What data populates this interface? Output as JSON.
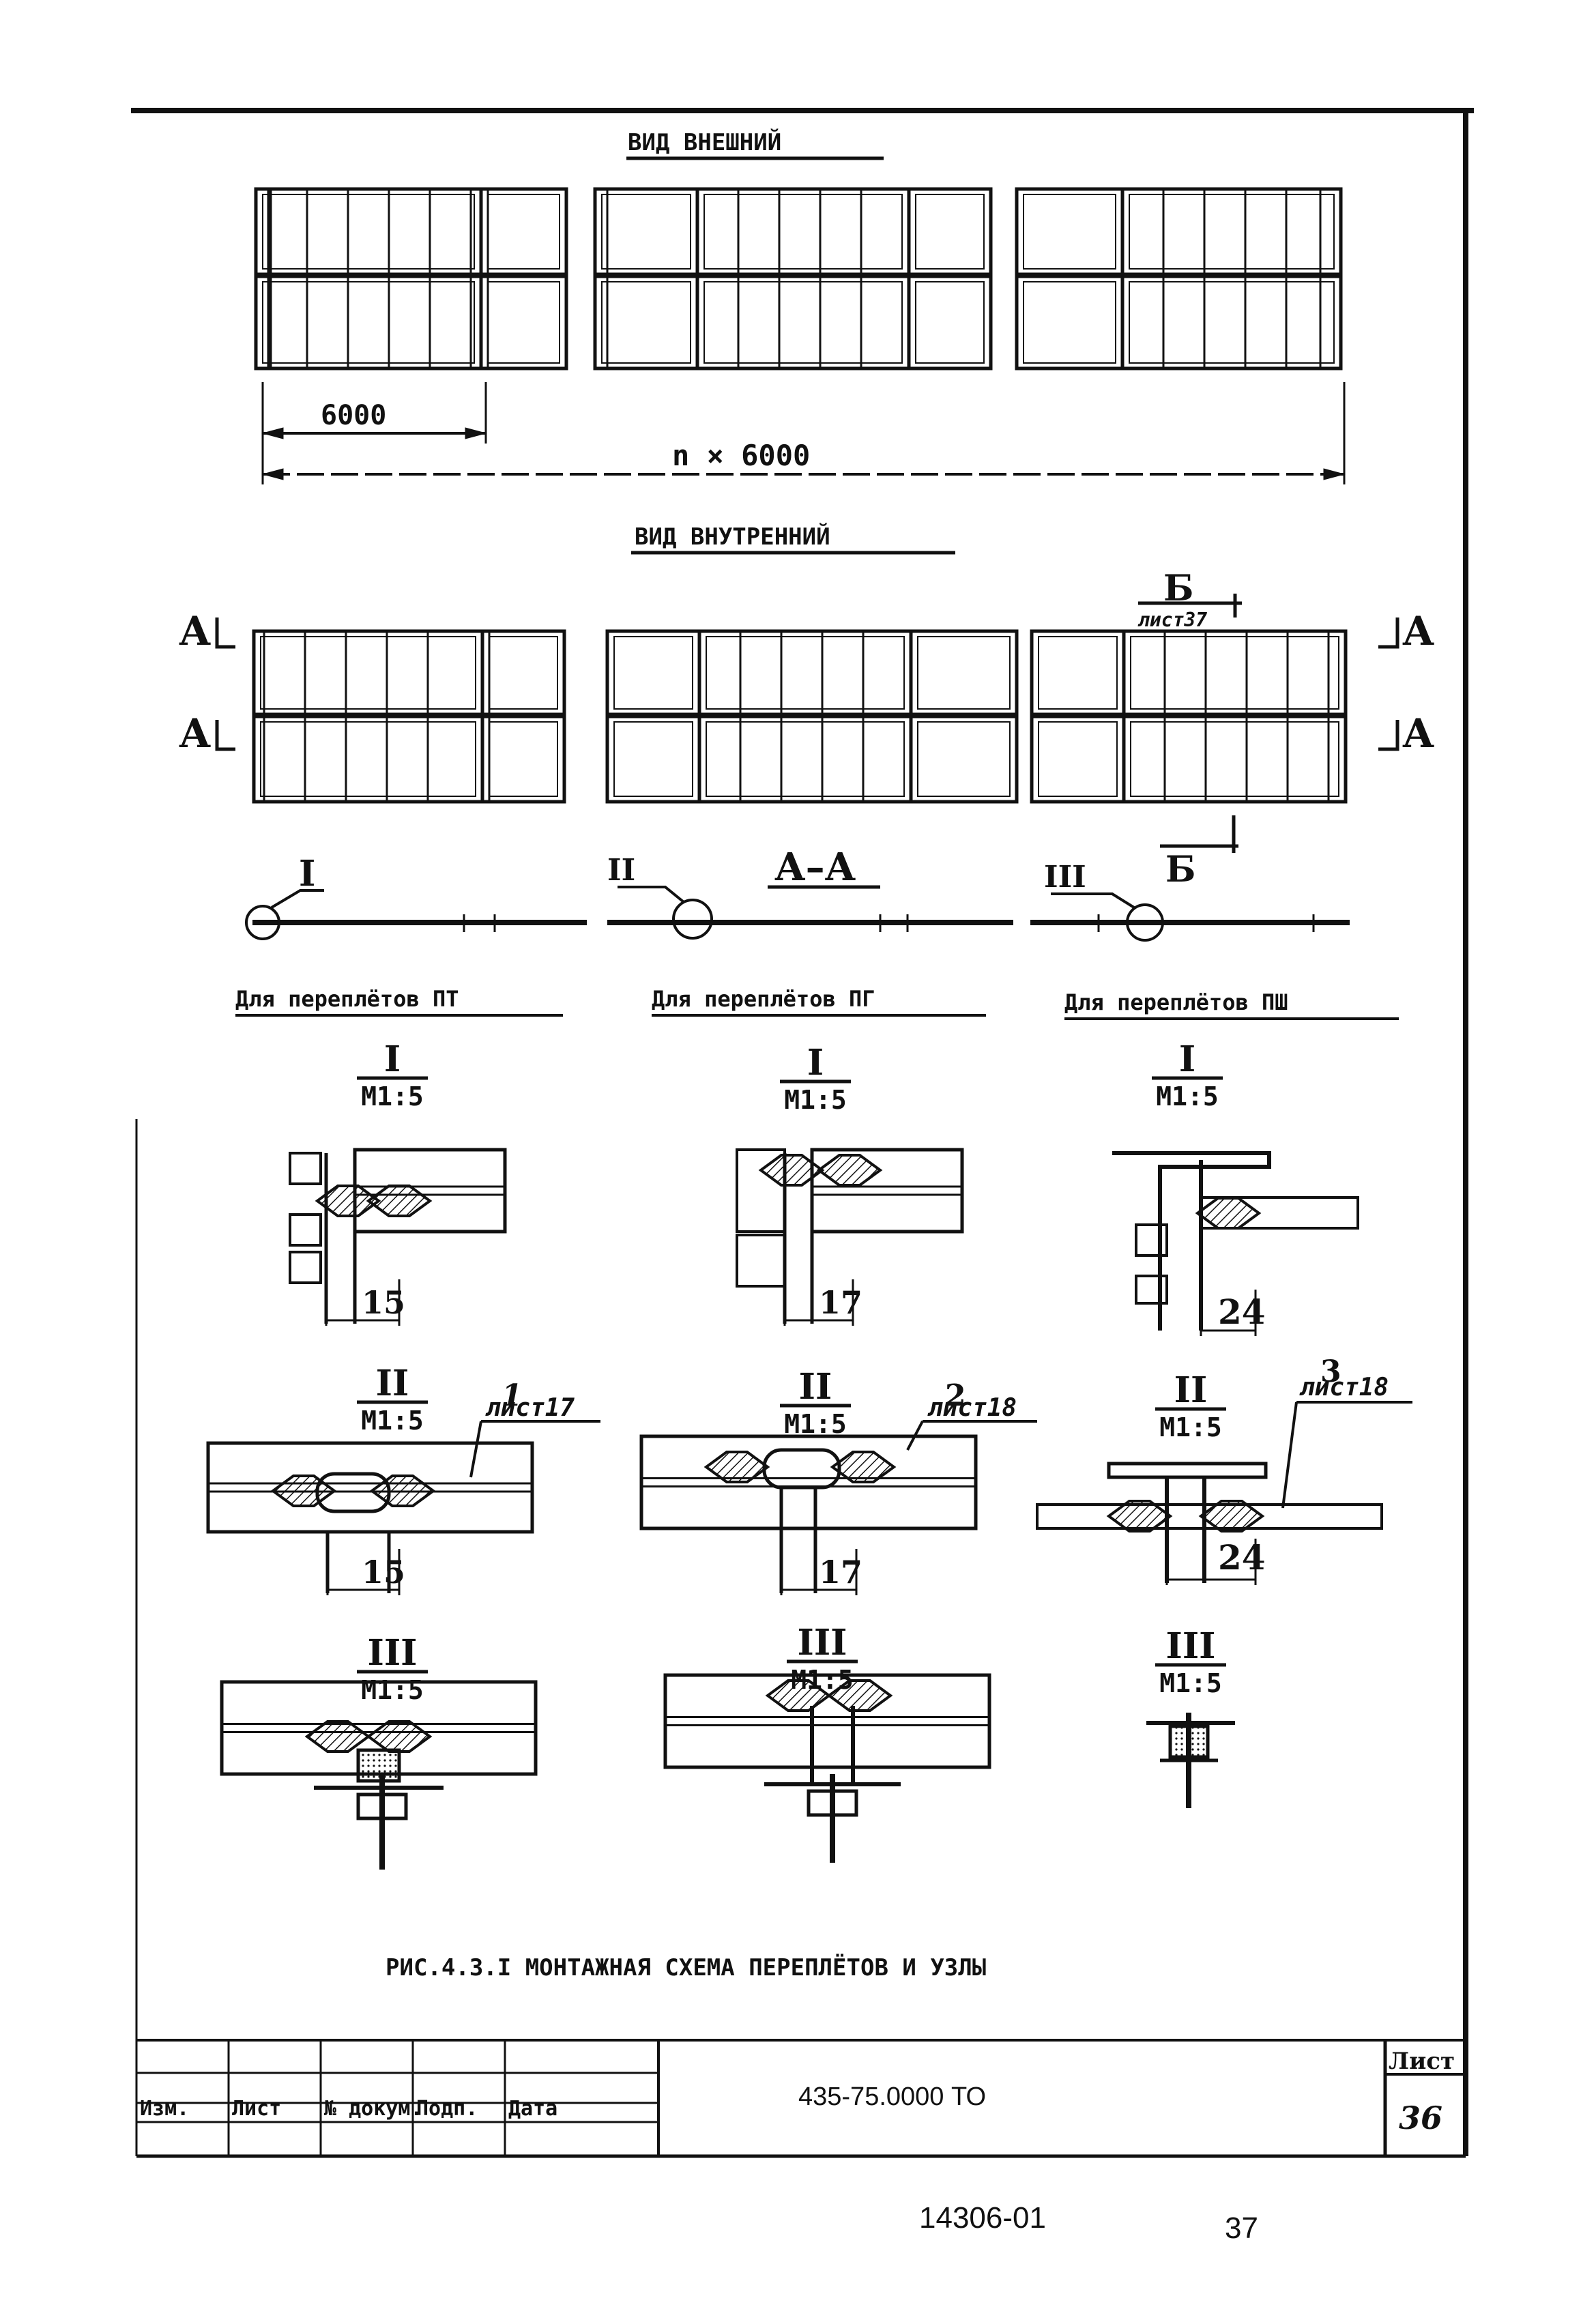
{
  "views": {
    "external_title": "ВИД ВНЕШНИЙ",
    "internal_title": "ВИД ВНУТРЕННИЙ",
    "dim_module": "6000",
    "dim_total": "n × 6000"
  },
  "section": {
    "cut_left_top": "А",
    "cut_left_bottom": "А",
    "cut_right_top": "А",
    "cut_right_bottom": "А",
    "b_mark": "Б",
    "b_sheet": "лист37",
    "b_mark_bottom": "Б",
    "aa_title": "А–А",
    "node_1": "I",
    "node_2": "II",
    "node_3": "III"
  },
  "columns": [
    {
      "heading": "Для переплётов ПТ",
      "node1": {
        "id": "I",
        "scale": "М1:5",
        "dim": "15"
      },
      "node2": {
        "id": "II",
        "scale": "М1:5",
        "dim": "15",
        "callout_num": "1",
        "callout_sheet": "лист17"
      },
      "node3": {
        "id": "III",
        "scale": "М1:5"
      }
    },
    {
      "heading": "Для переплётов ПГ",
      "node1": {
        "id": "I",
        "scale": "М1:5",
        "dim": "17"
      },
      "node2": {
        "id": "II",
        "scale": "М1:5",
        "dim": "17",
        "callout_num": "2",
        "callout_sheet": "лист18"
      },
      "node3": {
        "id": "III",
        "scale": "М1:5"
      }
    },
    {
      "heading": "Для переплётов ПШ",
      "node1": {
        "id": "I",
        "scale": "М1:5",
        "dim": "24"
      },
      "node2": {
        "id": "II",
        "scale": "М1:5",
        "dim": "24",
        "callout_num": "3",
        "callout_sheet": "лист18"
      },
      "node3": {
        "id": "III",
        "scale": "М1:5"
      }
    }
  ],
  "caption": "РИС.4.3.I МОНТАЖНАЯ СХЕМА ПЕРЕПЛЁТОВ И УЗЛЫ",
  "title_block": {
    "code": "435-75.0000 ТО",
    "sheet_label": "Лист",
    "sheet_number": "36",
    "header_cells": [
      "Изм.",
      "Лист",
      "№ докум.",
      "Подп.",
      "Дата"
    ]
  },
  "footer": {
    "doc_id": "14306-01",
    "page": "37"
  }
}
